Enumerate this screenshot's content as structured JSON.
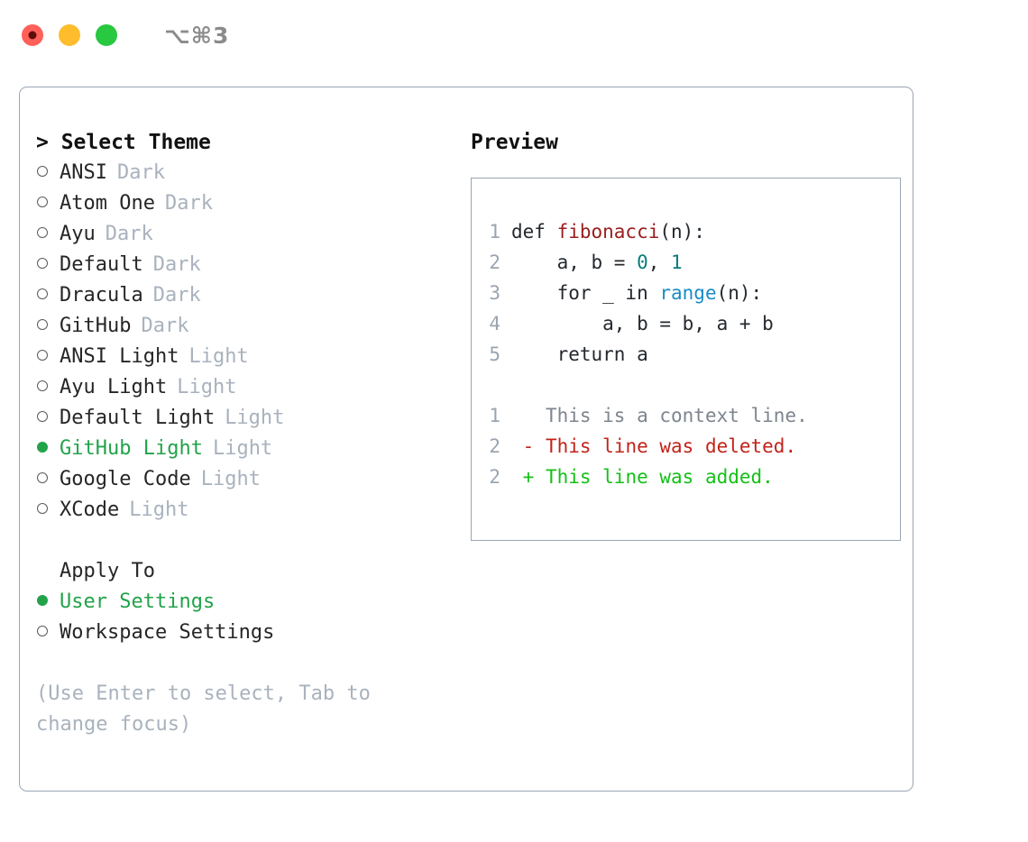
{
  "titlebar": {
    "shortcut": "⌥⌘3",
    "buttons": [
      {
        "name": "close",
        "color": "#FF6059"
      },
      {
        "name": "minimize",
        "color": "#FFBD2E"
      },
      {
        "name": "zoom",
        "color": "#28C840"
      }
    ]
  },
  "theme_picker": {
    "header": "> Select Theme",
    "items": [
      {
        "label": "ANSI",
        "variant": "Dark",
        "selected": false
      },
      {
        "label": "Atom One",
        "variant": "Dark",
        "selected": false
      },
      {
        "label": "Ayu",
        "variant": "Dark",
        "selected": false
      },
      {
        "label": "Default",
        "variant": "Dark",
        "selected": false
      },
      {
        "label": "Dracula",
        "variant": "Dark",
        "selected": false
      },
      {
        "label": "GitHub",
        "variant": "Dark",
        "selected": false
      },
      {
        "label": "ANSI Light",
        "variant": "Light",
        "selected": false
      },
      {
        "label": "Ayu Light",
        "variant": "Light",
        "selected": false
      },
      {
        "label": "Default Light",
        "variant": "Light",
        "selected": false
      },
      {
        "label": "GitHub Light",
        "variant": "Light",
        "selected": true
      },
      {
        "label": "Google Code",
        "variant": "Light",
        "selected": false
      },
      {
        "label": "XCode",
        "variant": "Light",
        "selected": false
      }
    ]
  },
  "apply_to": {
    "title": "Apply To",
    "items": [
      {
        "label": "User Settings",
        "selected": true
      },
      {
        "label": "Workspace Settings",
        "selected": false
      }
    ]
  },
  "hint": "(Use Enter to select, Tab to change focus)",
  "preview": {
    "title": "Preview",
    "code": [
      {
        "n": "1",
        "segments": [
          {
            "t": "def ",
            "c": "plain"
          },
          {
            "t": "fibonacci",
            "c": "fn"
          },
          {
            "t": "(n):",
            "c": "plain"
          }
        ]
      },
      {
        "n": "2",
        "segments": [
          {
            "t": "    a, b = ",
            "c": "plain"
          },
          {
            "t": "0",
            "c": "num"
          },
          {
            "t": ", ",
            "c": "plain"
          },
          {
            "t": "1",
            "c": "num"
          }
        ]
      },
      {
        "n": "3",
        "segments": [
          {
            "t": "    for _ in ",
            "c": "plain"
          },
          {
            "t": "range",
            "c": "call"
          },
          {
            "t": "(n):",
            "c": "plain"
          }
        ]
      },
      {
        "n": "4",
        "segments": [
          {
            "t": "        a, b = b, a + b",
            "c": "plain"
          }
        ]
      },
      {
        "n": "5",
        "segments": [
          {
            "t": "    return a",
            "c": "plain"
          }
        ]
      }
    ],
    "diff": [
      {
        "n": "1",
        "sign": " ",
        "text": "This is a context line.",
        "kind": "ctx"
      },
      {
        "n": "2",
        "sign": "-",
        "text": "This line was deleted.",
        "kind": "del"
      },
      {
        "n": "2",
        "sign": "+",
        "text": "This line was added.",
        "kind": "add"
      }
    ]
  },
  "colors": {
    "accent_green": "#22a34a",
    "muted": "#a9b2bd",
    "border": "#9aa5b4",
    "syntax_function": "#9b1c1c",
    "syntax_number": "#0b7b7b",
    "syntax_call": "#1a8cc8",
    "diff_added": "#14c017",
    "diff_deleted": "#c2231a",
    "diff_context": "#7d858e"
  }
}
